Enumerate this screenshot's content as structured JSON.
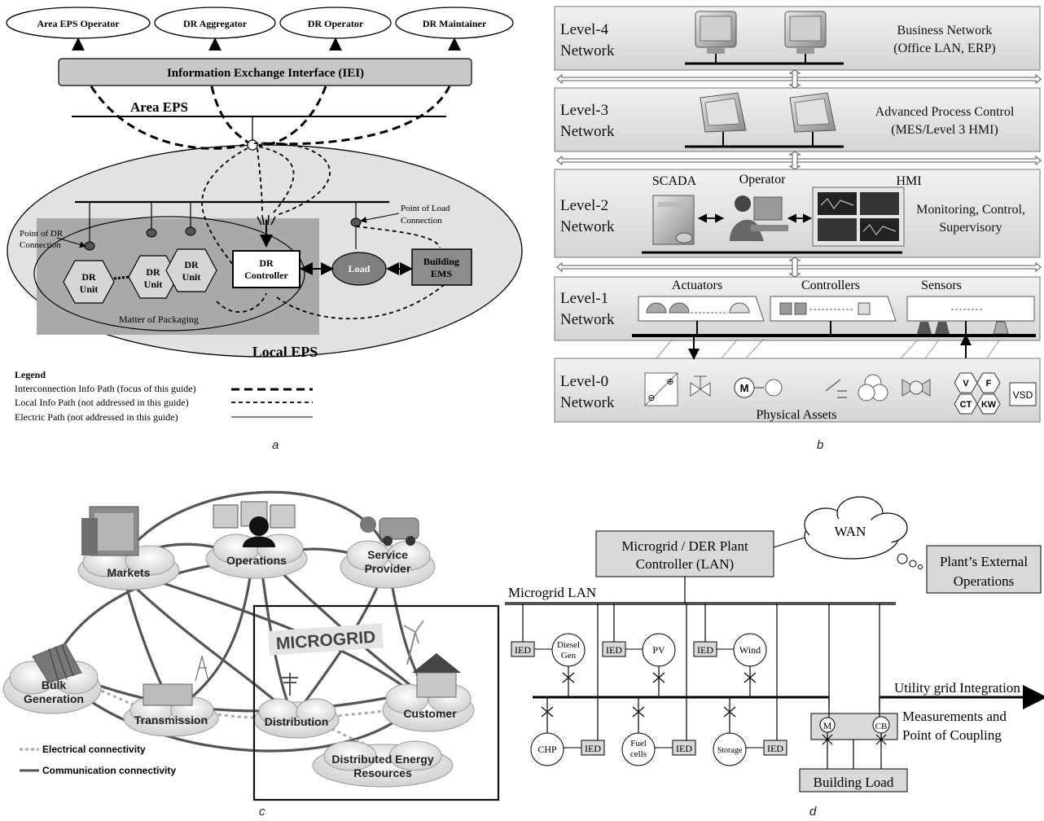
{
  "panel_a": {
    "stakeholders": [
      "Area EPS Operator",
      "DR Aggregator",
      "DR Operator",
      "DR Maintainer"
    ],
    "iei": "Information Exchange Interface (IEI)",
    "area_eps": "Area EPS",
    "local_eps": "Local EPS",
    "point_dr_1": "Point of DR",
    "point_dr_2": "Connection",
    "point_load_1": "Point of Load",
    "point_load_2": "Connection",
    "dr_unit_1": "DR",
    "dr_unit_2": "Unit",
    "dr_controller_1": "DR",
    "dr_controller_2": "Controller",
    "load": "Load",
    "building_ems_1": "Building",
    "building_ems_2": "EMS",
    "matter_of_packaging": "Matter of Packaging",
    "legend_title": "Legend",
    "legend": [
      "Interconnection Info Path (focus of this guide)",
      "Local Info Path (not addressed in this guide)",
      "Electric Path (not addressed in this guide)"
    ],
    "caption": "a"
  },
  "panel_b": {
    "levels": [
      {
        "l1": "Level-4",
        "l2": "Network",
        "d1": "Business Network",
        "d2": "(Office LAN, ERP)"
      },
      {
        "l1": "Level-3",
        "l2": "Network",
        "d1": "Advanced Process Control",
        "d2": "(MES/Level 3 HMI)"
      },
      {
        "l1": "Level-2",
        "l2": "Network",
        "d1": "Monitoring, Control,",
        "d2": "Supervisory"
      },
      {
        "l1": "Level-1",
        "l2": "Network",
        "d1": "",
        "d2": ""
      },
      {
        "l1": "Level-0",
        "l2": "Network",
        "d1": "",
        "d2": ""
      }
    ],
    "scada": "SCADA",
    "operator": "Operator",
    "hmi": "HMI",
    "actuators": "Actuators",
    "controllers": "Controllers",
    "sensors": "Sensors",
    "physical_assets": "Physical Assets",
    "motor": "M",
    "hex_labels": [
      "V",
      "F",
      "CT",
      "KW"
    ],
    "vsd": "VSD",
    "caption": "b"
  },
  "panel_c": {
    "nodes": [
      "Markets",
      "Operations",
      "Service Provider",
      "Bulk Generation",
      "Transmission",
      "Distribution",
      "Customer",
      "Distributed Energy Resources"
    ],
    "service_1": "Service",
    "service_2": "Provider",
    "bulk_1": "Bulk",
    "bulk_2": "Generation",
    "der_1": "Distributed Energy",
    "der_2": "Resources",
    "microgrid": "MICROGRID",
    "legend": [
      "Electrical connectivity",
      "Communication connectivity"
    ],
    "caption": "c"
  },
  "panel_d": {
    "controller_1": "Microgrid / DER Plant",
    "controller_2": "Controller (LAN)",
    "wan": "WAN",
    "external_1": "Plant’s External",
    "external_2": "Operations",
    "lan": "Microgrid LAN",
    "ied": "IED",
    "diesel_1": "Diesel",
    "diesel_2": "Gen",
    "pv": "PV",
    "wind": "Wind",
    "chp": "CHP",
    "fuel_1": "Fuel",
    "fuel_2": "cells",
    "storage": "Storage",
    "utility": "Utility grid Integration",
    "meas_1": "Measurements and",
    "meas_2": "Point of Coupling",
    "m": "M",
    "cb": "CB",
    "building_load": "Building Load",
    "caption": "d"
  }
}
